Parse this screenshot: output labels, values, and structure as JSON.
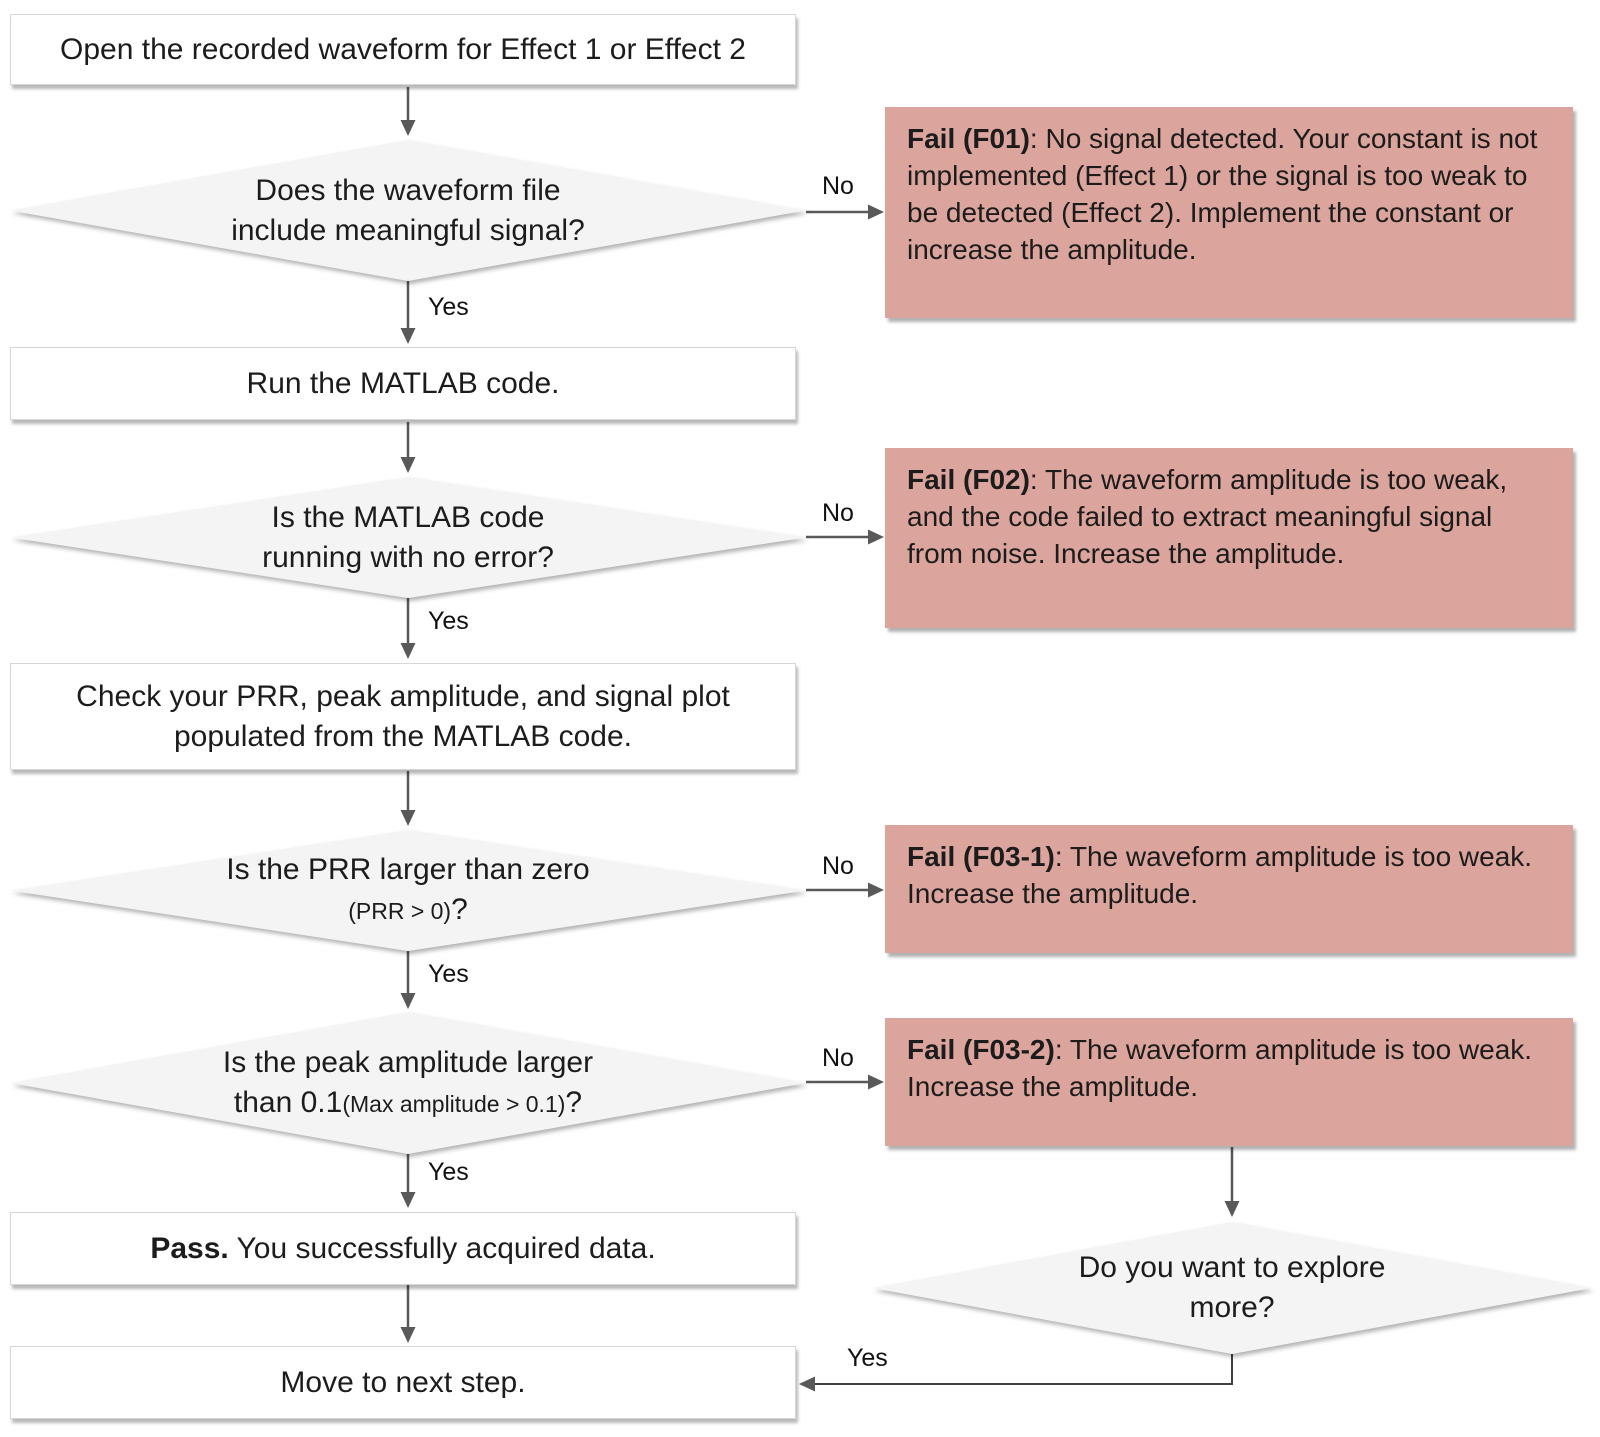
{
  "labels": {
    "yes": "Yes",
    "no": "No"
  },
  "nodes": {
    "start": "Open the recorded waveform for Effect 1 or Effect 2",
    "decision_signal": {
      "line1": "Does the waveform file",
      "line2": "include meaningful signal?"
    },
    "run_matlab": "Run the MATLAB code.",
    "decision_error": {
      "line1": "Is the MATLAB code",
      "line2": "running with no error?"
    },
    "check_outputs": {
      "line1": "Check your PRR, peak amplitude, and signal plot",
      "line2": "populated from the MATLAB code."
    },
    "decision_prr": {
      "line1": "Is the PRR  larger than zero",
      "line2_small": "(PRR > 0)",
      "line2_tail": "?"
    },
    "decision_peak": {
      "line1": "Is the peak amplitude larger",
      "line2_pre": "than 0.1",
      "line2_small": "(Max amplitude > 0.1)",
      "line2_tail": "?"
    },
    "pass": {
      "lead": "Pass.",
      "rest": " You successfully acquired data."
    },
    "move_next": "Move to next step.",
    "decision_explore": {
      "line1": "Do you want to explore",
      "line2": "more?"
    },
    "fail_f01": {
      "lead": "Fail (F01)",
      "rest": ": No signal detected. Your constant is not implemented (Effect 1) or the signal is too weak to be detected (Effect 2). Implement the constant or increase the amplitude."
    },
    "fail_f02": {
      "lead": "Fail (F02)",
      "rest": ": The waveform amplitude is too weak, and the code failed to extract meaningful signal from noise. Increase the amplitude."
    },
    "fail_f03_1": {
      "lead": "Fail (F03-1)",
      "rest": ": The waveform amplitude is too weak. Increase the amplitude."
    },
    "fail_f03_2": {
      "lead": "Fail (F03-2)",
      "rest": ": The waveform amplitude is too weak. Increase the amplitude."
    }
  },
  "colors": {
    "fail_fill": "#dba49c",
    "diamond_fill": "#f4f4f4",
    "arrow": "#595959",
    "box_border": "#d6d6d6"
  }
}
